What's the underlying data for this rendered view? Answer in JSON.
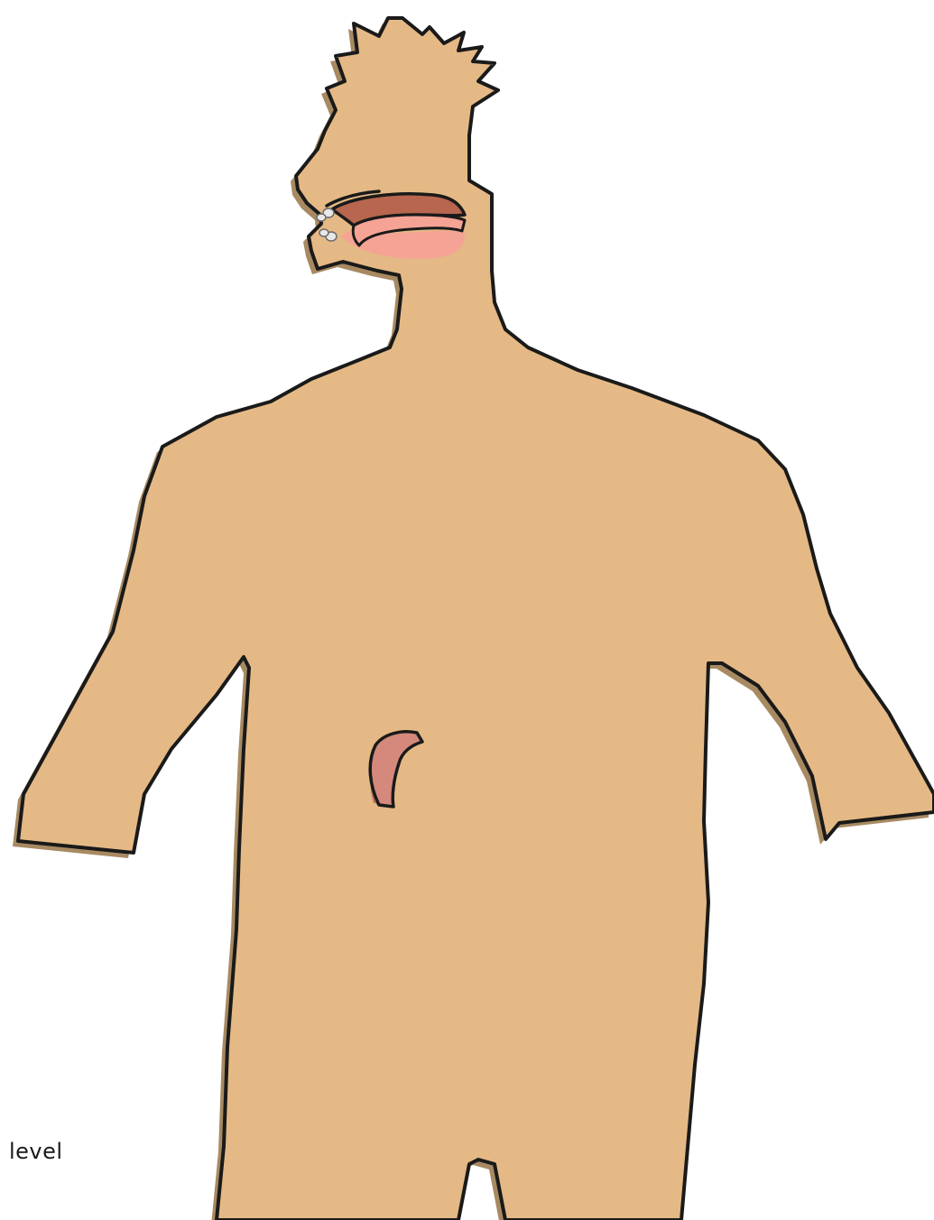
{
  "diagram": {
    "caption": "level",
    "colors": {
      "skin": "#e5b985",
      "skin_shadow": "#a88a62",
      "outline": "#1a1a1a",
      "mouth_dark": "#b8664f",
      "mouth_light": "#f5a394",
      "stomach_fill": "#d4897c",
      "stomach_shadow": "#c07565",
      "teeth": "#e8e8e8"
    },
    "parts": [
      "head",
      "mouth",
      "teeth",
      "torso",
      "arms",
      "stomach"
    ]
  }
}
